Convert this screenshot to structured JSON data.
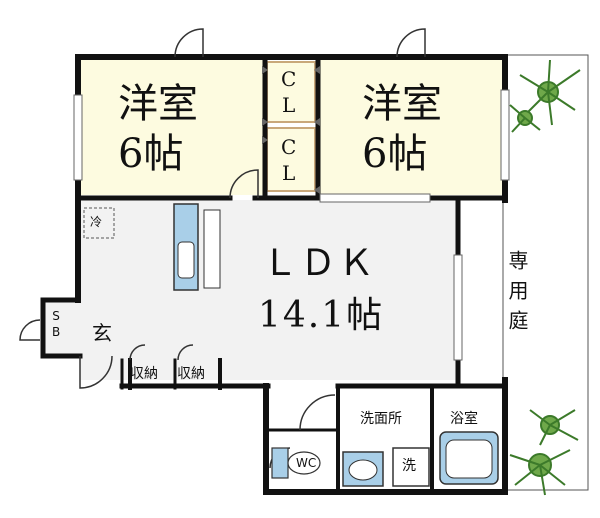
{
  "rooms": {
    "west_bedroom": {
      "name": "洋室",
      "size": "6帖"
    },
    "east_bedroom": {
      "name": "洋室",
      "size": "6帖"
    },
    "closet_top": "C\nL",
    "closet_bottom": "C\nL",
    "ldk": {
      "name": "ＬＤＫ",
      "size": "14.1帖"
    },
    "refrigerator": "冷",
    "shoe_box": "S\nB",
    "entrance": "玄",
    "storage_1": "収納",
    "storage_2": "収納",
    "washroom": "洗面所",
    "bathroom": "浴室",
    "toilet": "WC",
    "washer": "洗",
    "garden": "専用庭"
  },
  "colors": {
    "wall": "#111111",
    "room_beige": "#fdfbe0",
    "floor_gray": "#f2f2f2",
    "fixture_blue": "#a9cfe8",
    "closet_border": "#c9a87a",
    "plant_green": "#3c7a2a"
  }
}
